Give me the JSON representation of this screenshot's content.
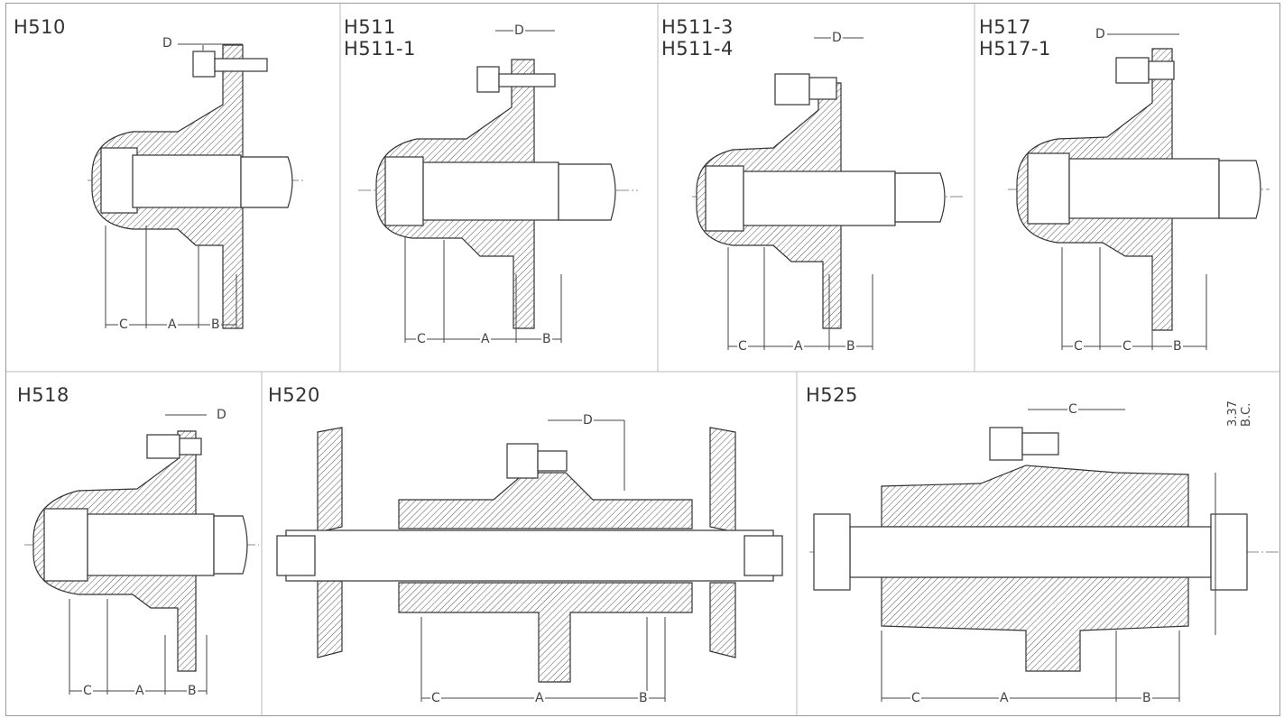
{
  "panels": [
    {
      "titles": [
        "H510"
      ],
      "dims": {
        "a": "A",
        "b": "B",
        "c": "C",
        "d": "D"
      }
    },
    {
      "titles": [
        "H511",
        "H511-1"
      ],
      "dims": {
        "a": "A",
        "b": "B",
        "c": "C",
        "d": "D"
      }
    },
    {
      "titles": [
        "H511-3",
        "H511-4"
      ],
      "dims": {
        "a": "A",
        "b": "B",
        "c": "C",
        "d": "D"
      }
    },
    {
      "titles": [
        "H517",
        "H517-1"
      ],
      "dims": {
        "a": "C",
        "b": "B",
        "c": "C",
        "d": "D"
      }
    },
    {
      "titles": [
        "H518"
      ],
      "dims": {
        "a": "A",
        "b": "B",
        "c": "C",
        "d": "D"
      }
    },
    {
      "titles": [
        "H520"
      ],
      "dims": {
        "a": "A",
        "b": "B",
        "c": "C",
        "d": "D"
      }
    },
    {
      "titles": [
        "H525"
      ],
      "dims": {
        "a": "A",
        "b": "B",
        "c": "C",
        "top": "C",
        "bc": "3.37 B.C."
      }
    }
  ]
}
